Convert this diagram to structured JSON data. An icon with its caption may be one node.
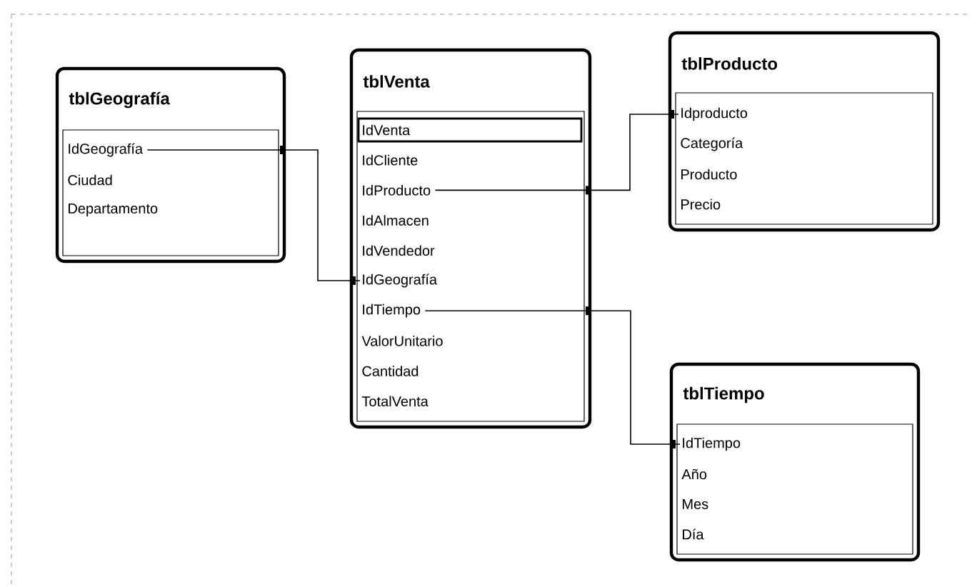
{
  "diagram": {
    "nodes": [
      {
        "text": [
          "tblGeografía"
        ]
      },
      {
        "text": [
          "IdGeografía"
        ],
        "in": 0
      },
      {
        "text": [
          "Ciudad"
        ],
        "in": 0
      },
      {
        "text": [
          "Departamento"
        ],
        "in": 0
      },
      {
        "text": [
          "tblVenta"
        ]
      },
      {
        "text": [
          "IdVenta"
        ],
        "in": 4
      },
      {
        "text": [
          "IdCliente"
        ],
        "in": 4
      },
      {
        "text": [
          "IdProducto"
        ],
        "in": 4
      },
      {
        "text": [
          "IdAlmacen"
        ],
        "in": 4
      },
      {
        "text": [
          "IdVendedor"
        ],
        "in": 4
      },
      {
        "text": [
          "IdGeografía"
        ],
        "in": 4
      },
      {
        "text": [
          "IdTiempo"
        ],
        "in": 4
      },
      {
        "text": [
          "ValorUnitario"
        ],
        "in": 4
      },
      {
        "text": [
          "Cantidad"
        ],
        "in": 4
      },
      {
        "text": [
          "TotalVenta"
        ],
        "in": 4
      },
      {
        "text": [
          "tblProducto"
        ]
      },
      {
        "text": [
          "Idproducto"
        ],
        "in": 15
      },
      {
        "text": [
          "Categoría"
        ],
        "in": 15
      },
      {
        "text": [
          "Producto"
        ],
        "in": 15
      },
      {
        "text": [
          "Precio"
        ],
        "in": 15
      },
      {
        "text": [
          "tblTiempo"
        ]
      },
      {
        "text": [
          "IdTiempo"
        ],
        "in": 20
      },
      {
        "text": [
          "Año"
        ],
        "in": 20
      },
      {
        "text": [
          "Mes"
        ],
        "in": 20
      },
      {
        "text": [
          "Día"
        ],
        "in": 20
      }
    ],
    "edges": [
      {
        "from": 1,
        "to": 10,
        "arrow": "other"
      },
      {
        "from": 7,
        "to": 16,
        "arrow": "other"
      },
      {
        "from": 11,
        "to": 21,
        "arrow": "other"
      }
    ]
  }
}
